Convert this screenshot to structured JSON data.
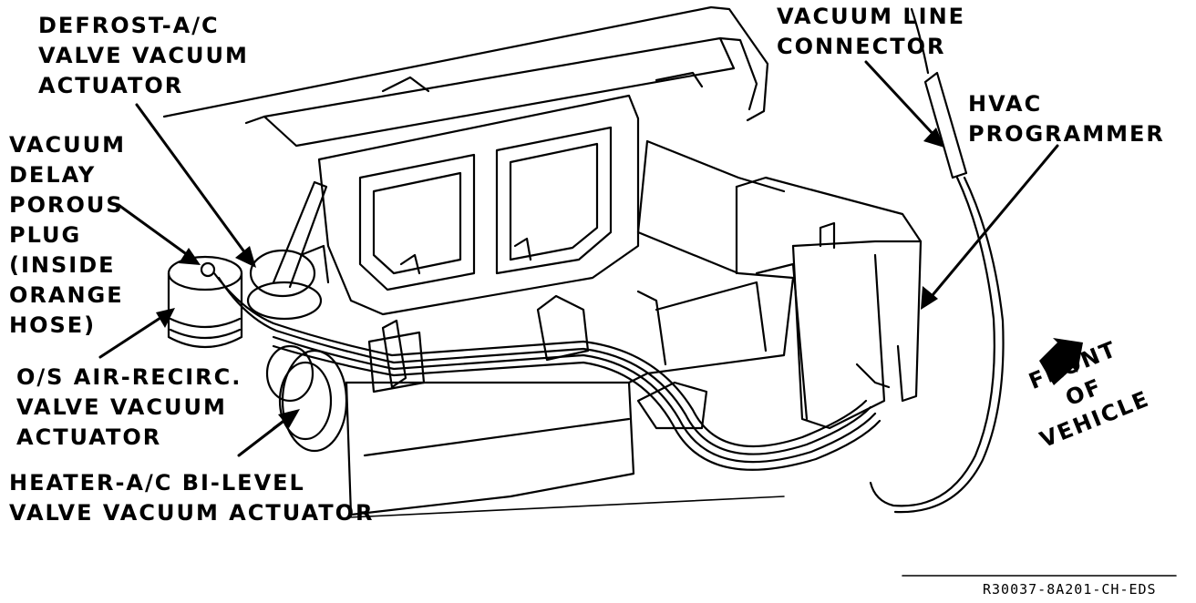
{
  "labels": {
    "defrost": [
      "DEFROST-A/C",
      "VALVE VACUUM",
      "ACTUATOR"
    ],
    "vacuum_delay": [
      "VACUUM",
      "DELAY",
      "POROUS",
      "PLUG",
      "(INSIDE",
      "ORANGE",
      "HOSE)"
    ],
    "os_air": [
      "O/S AIR-RECIRC.",
      "VALVE VACUUM",
      "ACTUATOR"
    ],
    "heater": [
      "HEATER-A/C BI-LEVEL",
      "VALVE VACUUM ACTUATOR"
    ],
    "vacuum_line": [
      "VACUUM LINE",
      "CONNECTOR"
    ],
    "hvac": [
      "HVAC",
      "PROGRAMMER"
    ],
    "front": [
      "FRONT",
      "OF",
      "VEHICLE"
    ]
  },
  "figure_code": "R30037-8A201-CH-EDS",
  "colors": {
    "ink": "#000000",
    "paper": "#ffffff"
  }
}
